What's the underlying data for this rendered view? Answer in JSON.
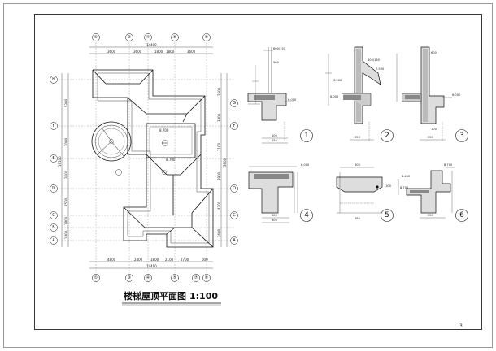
{
  "plan": {
    "title": "楼梯屋顶平面图",
    "scale": "1:100",
    "top_axes": [
      "①",
      "③",
      "④",
      "⑤",
      "⑥"
    ],
    "bottom_axes": [
      "①",
      "③",
      "④",
      "⑤",
      "⑦",
      "⑥"
    ],
    "left_axes": [
      "H",
      "F",
      "E",
      "D",
      "C",
      "B",
      "A"
    ],
    "right_axes": [
      "G",
      "F",
      "D",
      "C",
      "A"
    ],
    "top_total": "14400",
    "top_dims": [
      "3600",
      "3600",
      "1800",
      "1800",
      "3600"
    ],
    "bottom_dims": [
      "4800",
      "2400",
      "1800",
      "2100",
      "2700",
      "600"
    ],
    "bottom_total": "14400",
    "left_dims": [
      "5300",
      "2000",
      "2600",
      "2500",
      "1800",
      "1800"
    ],
    "left_total": "19100",
    "right_dims": [
      "2500",
      "3800",
      "2100",
      "3900",
      "4200",
      "2600"
    ],
    "right_total": "3900",
    "elevations": [
      "8.700",
      "8.700"
    ]
  },
  "details": [
    {
      "number": "1",
      "labels": [
        "600/150",
        "500",
        "6.000",
        "100",
        "250"
      ]
    },
    {
      "number": "2",
      "labels": [
        "600/150",
        "7.500",
        "3.900",
        "6.000",
        "250"
      ]
    },
    {
      "number": "3",
      "labels": [
        "600",
        "6.000",
        "100",
        "250"
      ]
    },
    {
      "number": "4",
      "labels": [
        "6.000",
        "600",
        "600"
      ]
    },
    {
      "number": "5",
      "labels": [
        "300",
        "100",
        "480"
      ]
    },
    {
      "number": "6",
      "labels": [
        "8.400",
        "8.700",
        "8.700",
        "250"
      ]
    }
  ],
  "sheet": {
    "page_number": "3"
  }
}
